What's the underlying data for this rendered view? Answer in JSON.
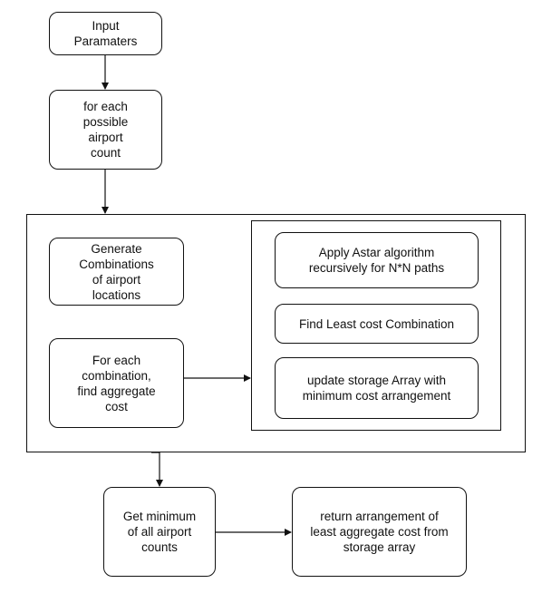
{
  "nodes": {
    "input": "Input\nParamaters",
    "each_count": "for each\npossible\nairport\ncount",
    "generate": "Generate\nCombinations\nof airport\nlocations",
    "each_combination": "For each\ncombination,\nfind aggregate\ncost",
    "astar": "Apply Astar algorithm\nrecursively for N*N paths",
    "least_cost": "Find Least cost Combination",
    "update_storage": "update storage Array with\nminimum cost arrangement",
    "get_minimum": "Get minimum\nof all airport\ncounts",
    "return_arrangement": "return arrangement of\nleast aggregate cost from\nstorage array"
  }
}
